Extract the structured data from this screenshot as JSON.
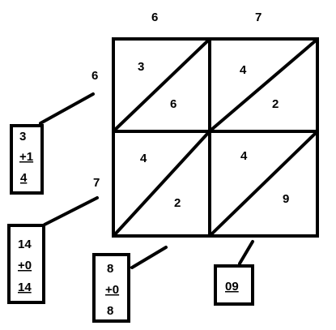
{
  "multiplicand_digits": [
    "6",
    "7"
  ],
  "multiplier_digits": [
    "6",
    "7"
  ],
  "grid": [
    [
      {
        "tens": "3",
        "ones": "6"
      },
      {
        "tens": "4",
        "ones": "2"
      }
    ],
    [
      {
        "tens": "4",
        "ones": "2"
      },
      {
        "tens": "4",
        "ones": "9"
      }
    ]
  ],
  "sum_boxes": [
    {
      "lines": [
        "3",
        "+1",
        "4"
      ]
    },
    {
      "lines": [
        "14",
        "+0",
        "14"
      ]
    },
    {
      "lines": [
        "8",
        "+0",
        "8"
      ]
    },
    {
      "lines": [
        "09"
      ]
    }
  ],
  "colors": {
    "line": "#000000",
    "background": "#ffffff"
  }
}
